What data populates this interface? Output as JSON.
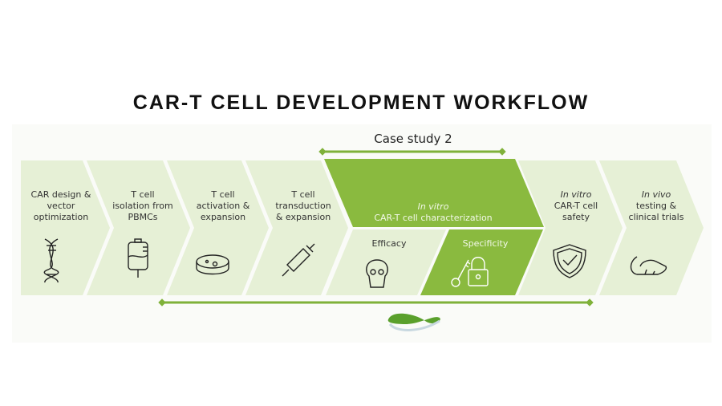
{
  "title": "CAR-T CELL DEVELOPMENT WORKFLOW",
  "case_study_label": "Case study 2",
  "colors": {
    "light": "#e6f0d6",
    "dark": "#8aba3f",
    "bar": "#7fb13a"
  },
  "steps": [
    {
      "lines": [
        "CAR design &",
        "vector",
        "optimization"
      ],
      "icon": "dna-icon"
    },
    {
      "lines": [
        "T cell",
        "isolation from",
        "PBMCs"
      ],
      "icon": "iv-bag-icon"
    },
    {
      "lines": [
        "T cell",
        "activation &",
        "expansion"
      ],
      "icon": "petri-dish-icon"
    },
    {
      "lines": [
        "T cell",
        "transduction",
        "& expansion"
      ],
      "icon": "syringe-icon"
    },
    {
      "italic": "In vitro",
      "lines": [
        "CAR-T cell characterization"
      ],
      "sub": [
        {
          "label": "Efficacy",
          "icon": "skull-icon"
        },
        {
          "label": "Specificity",
          "icon": "key-lock-icon"
        }
      ]
    },
    {
      "italic": "In vitro",
      "lines": [
        "CAR-T cell",
        "safety"
      ],
      "icon": "shield-check-icon"
    },
    {
      "italic": "In vivo",
      "lines": [
        "testing &",
        "clinical trials"
      ],
      "icon": "mouse-icon"
    }
  ]
}
